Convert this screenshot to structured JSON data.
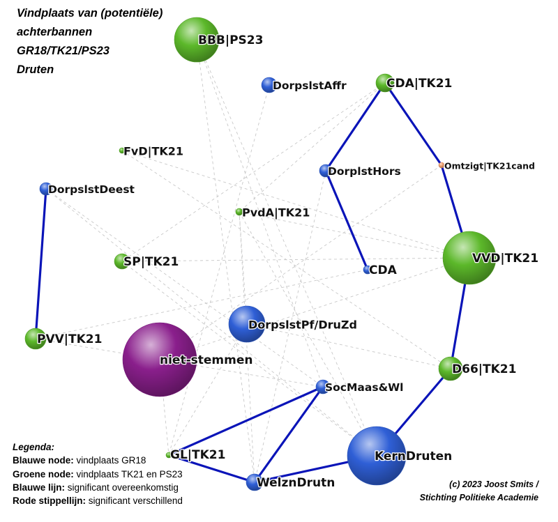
{
  "title_lines": [
    "Vindplaats van (potentiële)",
    "achterbannen",
    "GR18/TK21/PS23",
    "Druten"
  ],
  "legend": {
    "heading": "Legenda:",
    "rows": [
      {
        "key": "Blauwe node:",
        "text": "vindplaats GR18"
      },
      {
        "key": "Groene node:",
        "text": "vindplaats TK21 en PS23"
      },
      {
        "key": "Blauwe lijn:",
        "text": "significant overeenkomstig"
      },
      {
        "key": "Rode stippellijn:",
        "text": "significant verschillend"
      }
    ]
  },
  "credit_lines": [
    "(c) 2023 Joost Smits /",
    "Stichting Politieke Academie"
  ],
  "colors": {
    "blue_node": "#2f5fd6",
    "green_node": "#5cb82a",
    "purple_node": "#8a1f8c",
    "orange_node": "#f0a070",
    "edge_blue": "#0a14b8",
    "edge_dashed": "#c8c8c8"
  },
  "nodes": [
    {
      "id": "BBB|PS23",
      "label": "BBB|PS23",
      "kind": "green",
      "size": 32
    },
    {
      "id": "DorpslstAffr",
      "label": "DorpslstAffr",
      "kind": "blue",
      "size": 11
    },
    {
      "id": "CDA|TK21",
      "label": "CDA|TK21",
      "kind": "green",
      "size": 13
    },
    {
      "id": "FvD|TK21",
      "label": "FvD|TK21",
      "kind": "green",
      "size": 4
    },
    {
      "id": "DorplstHors",
      "label": "DorplstHors",
      "kind": "blue",
      "size": 9
    },
    {
      "id": "Omtzigt|TK21cand",
      "label": "Omtzigt|TK21cand",
      "kind": "orange",
      "size": 4
    },
    {
      "id": "DorpslstDeest",
      "label": "DorpslstDeest",
      "kind": "blue",
      "size": 9
    },
    {
      "id": "PvdA|TK21",
      "label": "PvdA|TK21",
      "kind": "green",
      "size": 5
    },
    {
      "id": "SP|TK21",
      "label": "SP|TK21",
      "kind": "green",
      "size": 11
    },
    {
      "id": "VVD|TK21",
      "label": "VVD|TK21",
      "kind": "green",
      "size": 38
    },
    {
      "id": "CDA",
      "label": "CDA",
      "kind": "blue",
      "size": 6
    },
    {
      "id": "DorpslstPf/DruZd",
      "label": "DorpslstPf/DruZd",
      "kind": "blue",
      "size": 26
    },
    {
      "id": "PVV|TK21",
      "label": "PVV|TK21",
      "kind": "green",
      "size": 15
    },
    {
      "id": "niet-stemmen",
      "label": "niet-stemmen",
      "kind": "purple",
      "size": 53
    },
    {
      "id": "D66|TK21",
      "label": "D66|TK21",
      "kind": "green",
      "size": 17
    },
    {
      "id": "SocMaas&Wl",
      "label": "SocMaas&Wl",
      "kind": "blue",
      "size": 10
    },
    {
      "id": "GL|TK21",
      "label": "GL|TK21",
      "kind": "green",
      "size": 4
    },
    {
      "id": "KernDruten",
      "label": "KernDruten",
      "kind": "blue",
      "size": 42
    },
    {
      "id": "WelznDrutn",
      "label": "WelznDrutn",
      "kind": "blue",
      "size": 12
    }
  ],
  "edges_similar": [
    [
      "DorpslstDeest",
      "PVV|TK21"
    ],
    [
      "CDA|TK21",
      "DorplstHors"
    ],
    [
      "DorplstHors",
      "CDA"
    ],
    [
      "CDA|TK21",
      "Omtzigt|TK21cand"
    ],
    [
      "Omtzigt|TK21cand",
      "VVD|TK21"
    ],
    [
      "VVD|TK21",
      "D66|TK21"
    ],
    [
      "D66|TK21",
      "KernDruten"
    ],
    [
      "KernDruten",
      "WelznDrutn"
    ],
    [
      "SocMaas&Wl",
      "GL|TK21"
    ],
    [
      "SocMaas&Wl",
      "WelznDrutn"
    ],
    [
      "GL|TK21",
      "WelznDrutn"
    ]
  ],
  "edges_different": [
    [
      "BBB|PS23",
      "WelznDrutn"
    ],
    [
      "BBB|PS23",
      "SocMaas&Wl"
    ],
    [
      "BBB|PS23",
      "KernDruten"
    ],
    [
      "DorpslstAffr",
      "GL|TK21"
    ],
    [
      "CDA|TK21",
      "SP|TK21"
    ],
    [
      "CDA|TK21",
      "PvdA|TK21"
    ],
    [
      "FvD|TK21",
      "VVD|TK21"
    ],
    [
      "FvD|TK21",
      "D66|TK21"
    ],
    [
      "DorpslstDeest",
      "KernDruten"
    ],
    [
      "DorpslstDeest",
      "SocMaas&Wl"
    ],
    [
      "PvdA|TK21",
      "KernDruten"
    ],
    [
      "PvdA|TK21",
      "WelznDrutn"
    ],
    [
      "PvdA|TK21",
      "VVD|TK21"
    ],
    [
      "SP|TK21",
      "KernDruten"
    ],
    [
      "SP|TK21",
      "VVD|TK21"
    ],
    [
      "PVV|TK21",
      "CDA"
    ],
    [
      "PVV|TK21",
      "SocMaas&Wl"
    ],
    [
      "niet-stemmen",
      "VVD|TK21"
    ],
    [
      "niet-stemmen",
      "GL|TK21"
    ],
    [
      "DorplstHors",
      "WelznDrutn"
    ],
    [
      "Omtzigt|TK21cand",
      "niet-stemmen"
    ],
    [
      "DorpslstPf/DruZd",
      "D66|TK21"
    ],
    [
      "DorpslstPf/DruZd",
      "PvdA|TK21"
    ],
    [
      "DorpslstPf/DruZd",
      "GL|TK21"
    ]
  ]
}
